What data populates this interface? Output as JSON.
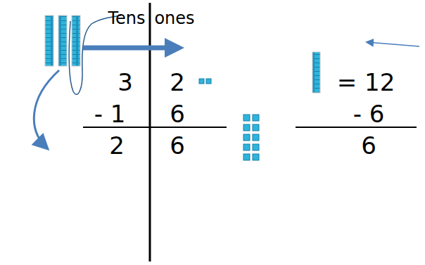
{
  "diagram": {
    "labels": [
      "Tens",
      "ones",
      "3",
      "2",
      "= 12",
      "- 1",
      "6",
      "- 6",
      "2",
      "6",
      "6"
    ]
  }
}
